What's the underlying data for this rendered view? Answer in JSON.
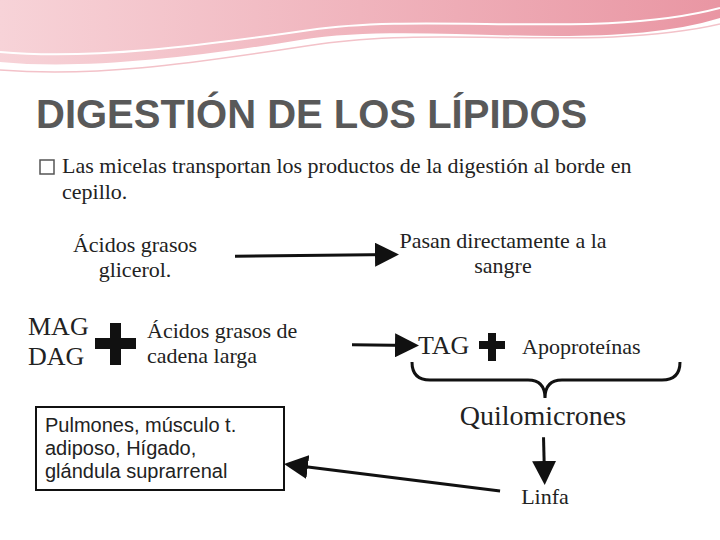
{
  "diagram": {
    "title": "DIGESTIÓN DE LOS LÍPIDOS",
    "nodes": [
      {
        "text": [
          "Ácidos grasos glicerol."
        ]
      },
      {
        "text": [
          "Pasan directamente a la sangre"
        ]
      },
      {
        "text": [
          "MAG DAG"
        ]
      },
      {
        "text": [
          "Ácidos grasos de cadena larga"
        ]
      },
      {
        "text": [
          "TAG"
        ]
      },
      {
        "text": [
          "Apoproteínas"
        ]
      },
      {
        "text": [
          "Quilomicrones"
        ]
      },
      {
        "text": [
          "Linfa"
        ]
      },
      {
        "text": [
          "Pulmones, músculo t. adiposo, Hígado, glándula suprarrenal"
        ]
      }
    ],
    "edges": [
      {
        "from": 0,
        "to": 1,
        "arrow": "to"
      },
      {
        "from": 3,
        "to": 4,
        "arrow": "to"
      },
      {
        "from": 6,
        "to": 7,
        "arrow": "to"
      },
      {
        "from": 7,
        "to": 8,
        "arrow": "to"
      }
    ],
    "labels": [
      "Las micelas transportan los productos de la digestión al borde en cepillo."
    ]
  }
}
